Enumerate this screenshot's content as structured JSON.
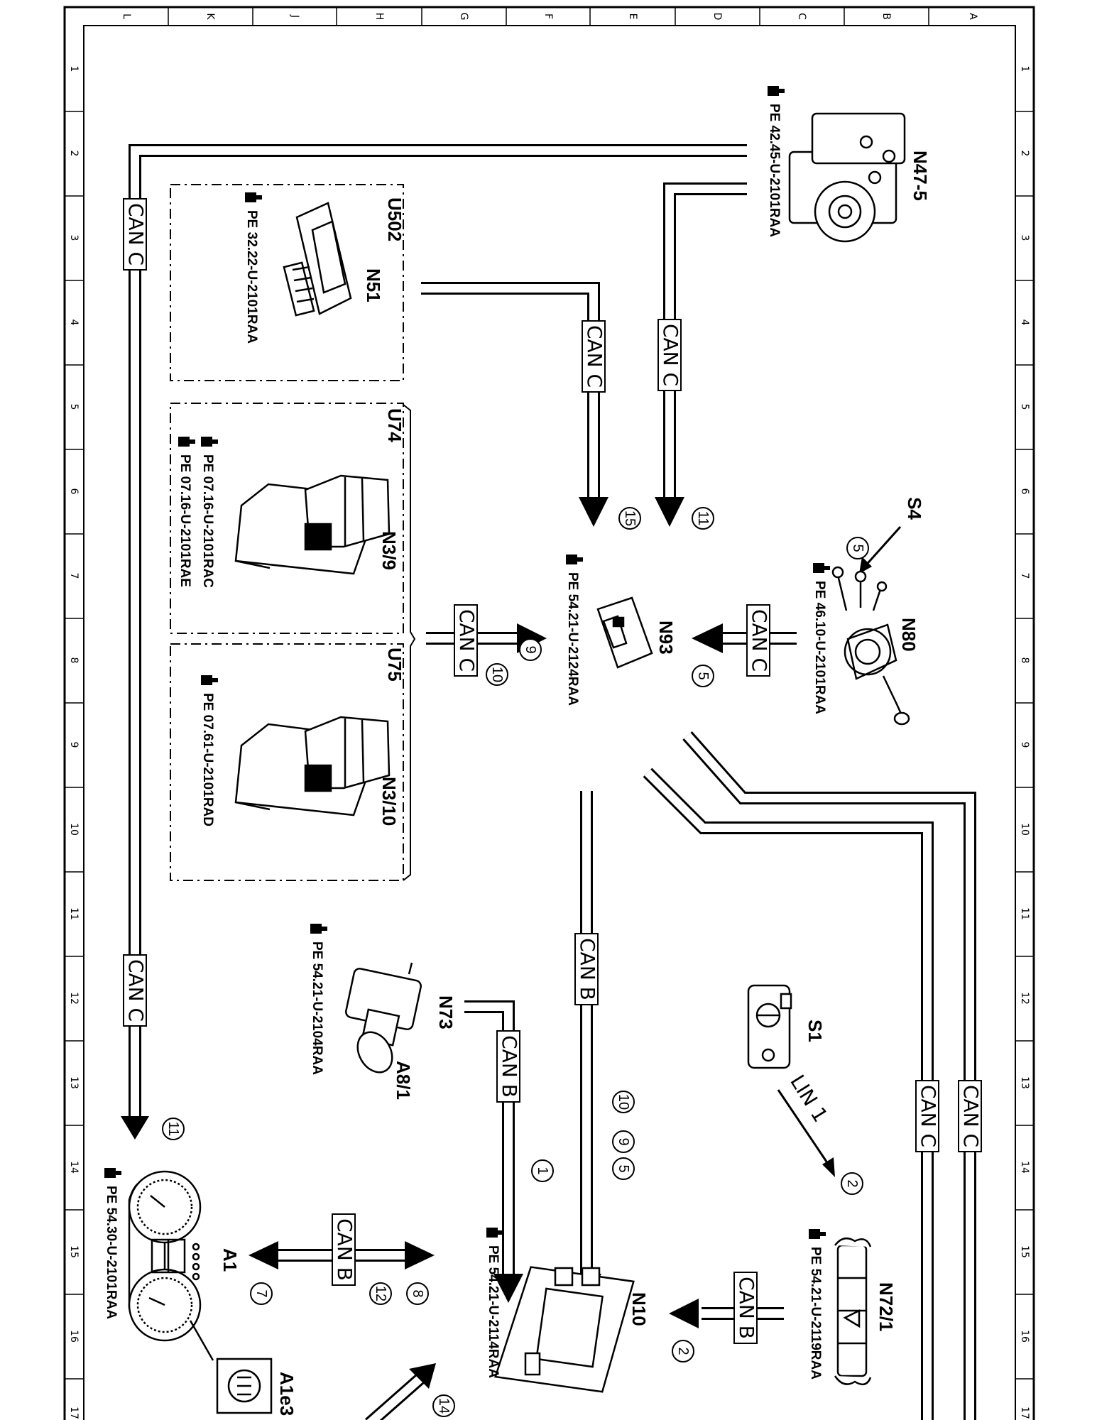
{
  "grid": {
    "letters": [
      "L",
      "K",
      "J",
      "H",
      "G",
      "F",
      "E",
      "D",
      "C",
      "B",
      "A"
    ],
    "numbers": [
      "1",
      "2",
      "3",
      "4",
      "5",
      "6",
      "7",
      "8",
      "9",
      "10",
      "11",
      "12",
      "13",
      "14",
      "15",
      "16",
      "17"
    ]
  },
  "components": {
    "n47_5": {
      "label": "N47-5",
      "ref": "PE 42.45-U-2101RAA"
    },
    "n51": {
      "label": "N51",
      "box": "U502",
      "ref": "PE 32.22-U-2101RAA"
    },
    "n3_9": {
      "label": "N3/9",
      "box": "U74",
      "ref1": "PE 07.16-U-2101RAC",
      "ref2": "PE 07.16-U-2101RAE"
    },
    "n3_10": {
      "label": "N3/10",
      "box": "U75",
      "ref": "PE 07.61-U-2101RAD"
    },
    "n93": {
      "label": "N93",
      "ref": "PE 54.21-U-2124RAA"
    },
    "n80": {
      "label": "N80",
      "ref": "PE 46.10-U-2101RAA"
    },
    "s4": {
      "label": "S4"
    },
    "s1": {
      "label": "S1"
    },
    "n73": {
      "label": "N73",
      "ref": "PE 54.21-U-2104RAA"
    },
    "a8_1": {
      "label": "A8/1"
    },
    "n72_1": {
      "label": "N72/1",
      "ref": "PE 54.21-U-2119RAA"
    },
    "n10": {
      "label": "N10",
      "ref": "PE 54.21-U-2114RAA"
    },
    "a1": {
      "label": "A1",
      "ref": "PE 54.30-U-2101RAA"
    },
    "a1e3": {
      "label": "A1e3"
    }
  },
  "bus": {
    "can_c": "CAN C",
    "can_b": "CAN B",
    "lin_1": "LIN 1"
  },
  "callouts": [
    "11",
    "15",
    "5",
    "9",
    "10",
    "5",
    "11",
    "10",
    "9",
    "5",
    "1",
    "2",
    "2",
    "7",
    "12",
    "8",
    "14"
  ]
}
